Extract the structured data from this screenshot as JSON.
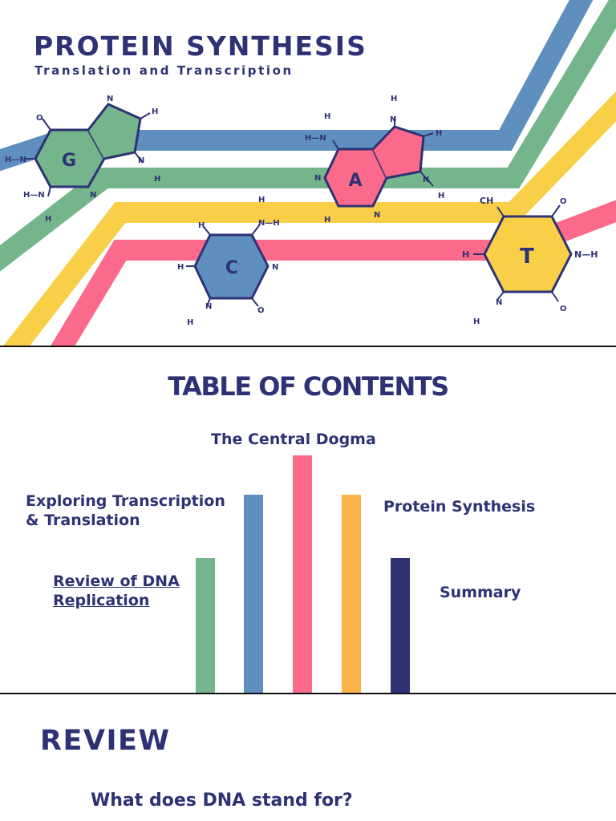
{
  "slide1": {
    "title": "PROTEIN SYNTHESIS",
    "subtitle": "Translation and Transcription",
    "colors": {
      "blue": "#5f8fbf",
      "green": "#74b58b",
      "yellow": "#f8cf47",
      "pink": "#fb6a8a",
      "navy": "#2e3275"
    },
    "molecules": {
      "g": {
        "letter": "G",
        "atoms": {
          "o": "O",
          "n_top": "N",
          "h_top": "H",
          "h_n_left": "H—N",
          "n_h_right": "N",
          "h_right": "H",
          "h_n_bottom": "H—N",
          "h_bottom": "H",
          "n_bottom": "N"
        }
      },
      "a": {
        "letter": "A",
        "atoms": {
          "h_top_left": "H",
          "h_n": "H—N",
          "n_left": "N",
          "h_bottom_left": "H",
          "n_bottom": "N",
          "h_top": "H",
          "n_top": "N",
          "h_right": "H",
          "n_right": "N",
          "h_right2": "H"
        }
      },
      "c": {
        "letter": "C",
        "atoms": {
          "h_top": "H",
          "n_h": "N—H",
          "h_left_top": "H",
          "h_left": "H",
          "n_right": "N",
          "n_bottom": "N",
          "h_bottom": "H",
          "o": "O"
        }
      },
      "t": {
        "letter": "T",
        "atoms": {
          "ch": "CH",
          "o_top": "O",
          "h_left": "H",
          "n_h": "N—H",
          "n_bottom": "N",
          "h_bottom": "H",
          "o_bottom": "O"
        }
      }
    }
  },
  "slide2": {
    "title": "TABLE OF CONTENTS",
    "items": {
      "review_dna": {
        "line1": "Review of DNA",
        "line2": "Replication"
      },
      "exploring": {
        "line1": "Exploring Transcription",
        "line2": "& Translation"
      },
      "central_dogma": "The Central Dogma",
      "protein_synthesis": "Protein Synthesis",
      "summary": "Summary"
    },
    "bar_colors": [
      "#74b58b",
      "#5f8fbf",
      "#fb6a8a",
      "#fbb54a",
      "#2e3275"
    ]
  },
  "slide3": {
    "title": "REVIEW",
    "question": "What does DNA stand for?"
  }
}
